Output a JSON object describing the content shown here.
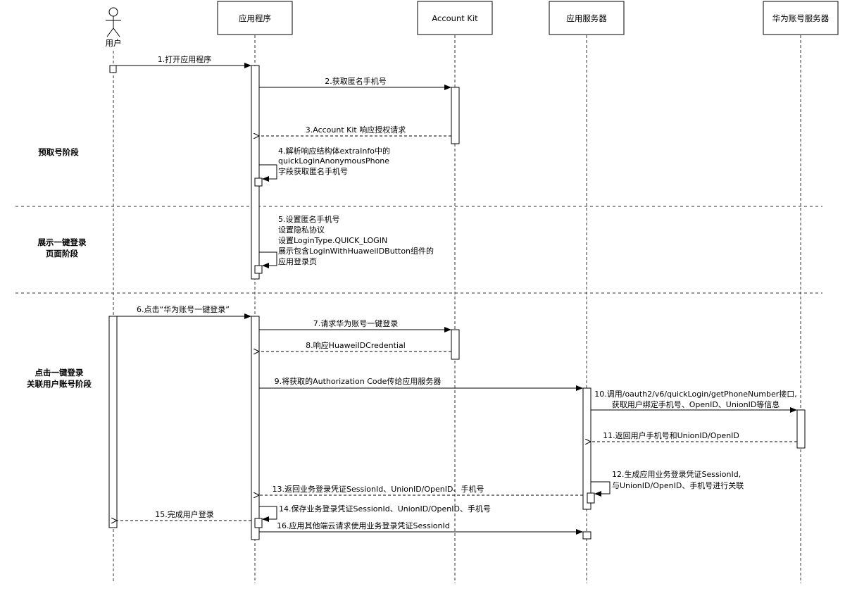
{
  "actors": {
    "user": "用户",
    "app": "应用程序",
    "kit": "Account Kit",
    "server": "应用服务器",
    "huawei": "华为账号服务器"
  },
  "phases": {
    "p1": "预取号阶段",
    "p2_line1": "展示一键登录",
    "p2_line2": "页面阶段",
    "p3_line1": "点击一键登录",
    "p3_line2": "关联用户账号阶段"
  },
  "messages": {
    "m1": "1.打开应用程序",
    "m2": "2.获取匿名手机号",
    "m3": "3.Account Kit 响应授权请求",
    "m4_l1": "4.解析响应结构体extraInfo中的",
    "m4_l2": "quickLoginAnonymousPhone",
    "m4_l3": "字段获取匿名手机号",
    "m5_l1": "5.设置匿名手机号",
    "m5_l2": "设置隐私协议",
    "m5_l3": "设置LoginType.QUICK_LOGIN",
    "m5_l4": "展示包含LoginWithHuaweiIDButton组件的",
    "m5_l5": "应用登录页",
    "m6": "6.点击“华为账号一键登录”",
    "m7": "7.请求华为账号一键登录",
    "m8": "8.响应HuaweiIDCredential",
    "m9": "9.将获取的Authorization Code传给应用服务器",
    "m10_l1": "10.调用/oauth2/v6/quickLogin/getPhoneNumber接口,",
    "m10_l2": "获取用户绑定手机号、OpenID、UnionID等信息",
    "m11": "11.返回用户手机号和UnionID/OpenID",
    "m12_l1": "12.生成应用业务登录凭证SessionId,",
    "m12_l2": "与UnionID/OpenID、手机号进行关联",
    "m13": "13.返回业务登录凭证SessionId、UnionID/OpenID、手机号",
    "m14": "14.保存业务登录凭证SessionId、UnionID/OpenID、手机号",
    "m15": "15.完成用户登录",
    "m16": "16.应用其他端云请求使用业务登录凭证SessionId"
  }
}
